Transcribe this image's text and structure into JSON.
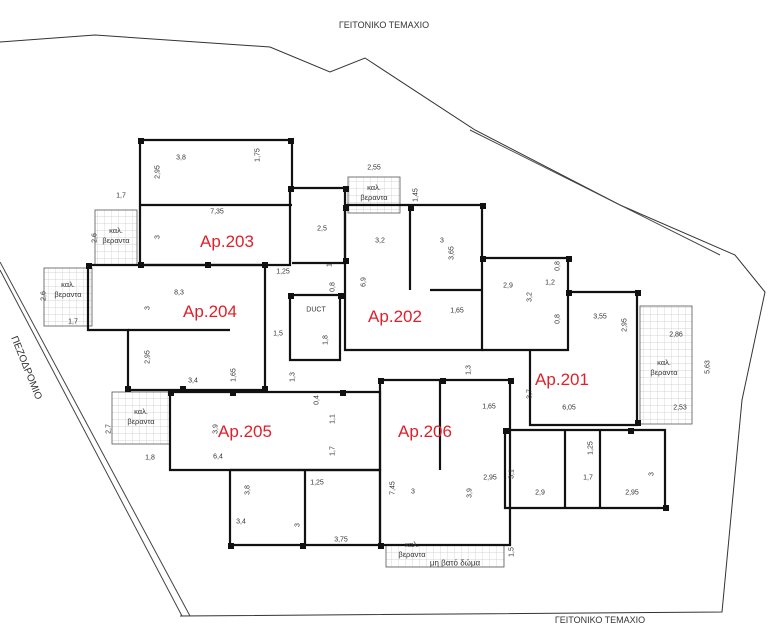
{
  "labels": {
    "neighbor_top": "ΓΕΙΤΟΝΙΚΟ ΤΕΜΑΧΙΟ",
    "neighbor_bottom": "ΓΕΙΤΟΝΙΚΟ ΤΕΜΑΧΙΟ",
    "sidewalk": "ΠΕΖΟΔΡΟΜΙΟ",
    "duct": "DUCT",
    "roof": "μη βατό δώμα"
  },
  "apartments": [
    "Ap.201",
    "Ap.202",
    "Ap.203",
    "Ap.204",
    "Ap.205",
    "Ap.206"
  ],
  "verandas": [
    {
      "line1": "καλ.",
      "line2": "βεραντα"
    },
    {
      "line1": "καλ.",
      "line2": "βεραντα"
    },
    {
      "line1": "καλ.",
      "line2": "βεραντα"
    },
    {
      "line1": "καλ.",
      "line2": "βεραντα"
    },
    {
      "line1": "καλ.",
      "line2": "βεραντα"
    },
    {
      "line1": "καλ.",
      "line2": "βεραντα"
    }
  ],
  "dimensions": [
    "3,8",
    "2,95",
    "1,75",
    "1,7",
    "7,35",
    "2,6",
    "3",
    "2,5",
    "1,25",
    "0,8",
    "1",
    "8,3",
    "3",
    "2,6",
    "1,7",
    "1,5",
    "1,8",
    "2,95",
    "3,4",
    "1,65",
    "2,55",
    "1,45",
    "3,2",
    "3",
    "3,65",
    "6,9",
    "1,65",
    "2,9",
    "3,2",
    "0,8",
    "1,2",
    "0,8",
    "3,55",
    "2,95",
    "2,86",
    "5,63",
    "6,05",
    "2,53",
    "3,7",
    "1,3",
    "1,3",
    "2,7",
    "3,9",
    "6,4",
    "1,8",
    "0,4",
    "1,1",
    "1,7",
    "1,25",
    "3,8",
    "3,4",
    "3",
    "3,75",
    "1,65",
    "7,45",
    "2,95",
    "3,9",
    "3",
    "1,5",
    "3,1",
    "2,9",
    "1,25",
    "1,7",
    "3",
    "2,95"
  ],
  "colors": {
    "apartment_label": "#e0202a",
    "wall": "#111111",
    "veranda_grid": "#c8c8c8"
  }
}
